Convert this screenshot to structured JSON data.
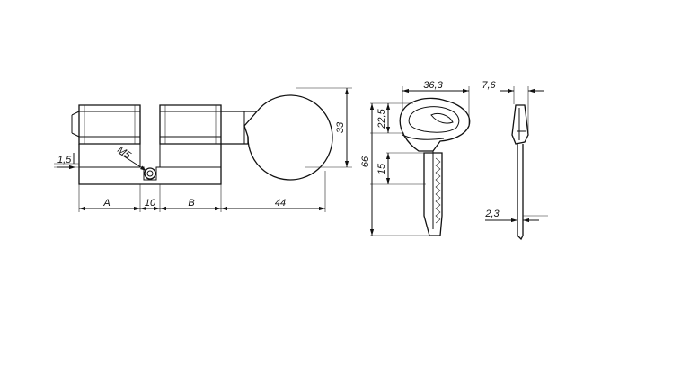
{
  "dimensions": {
    "a": "A",
    "ten": "10",
    "b": "B",
    "forty_four": "44",
    "one_five": "1,5",
    "m5": "M5",
    "thirty_three": "33",
    "thirty_six_three": "36,3",
    "twenty_two_five": "22,5",
    "fifteen": "15",
    "sixty_six": "66",
    "seven_six": "7,6",
    "two_three": "2,3"
  }
}
